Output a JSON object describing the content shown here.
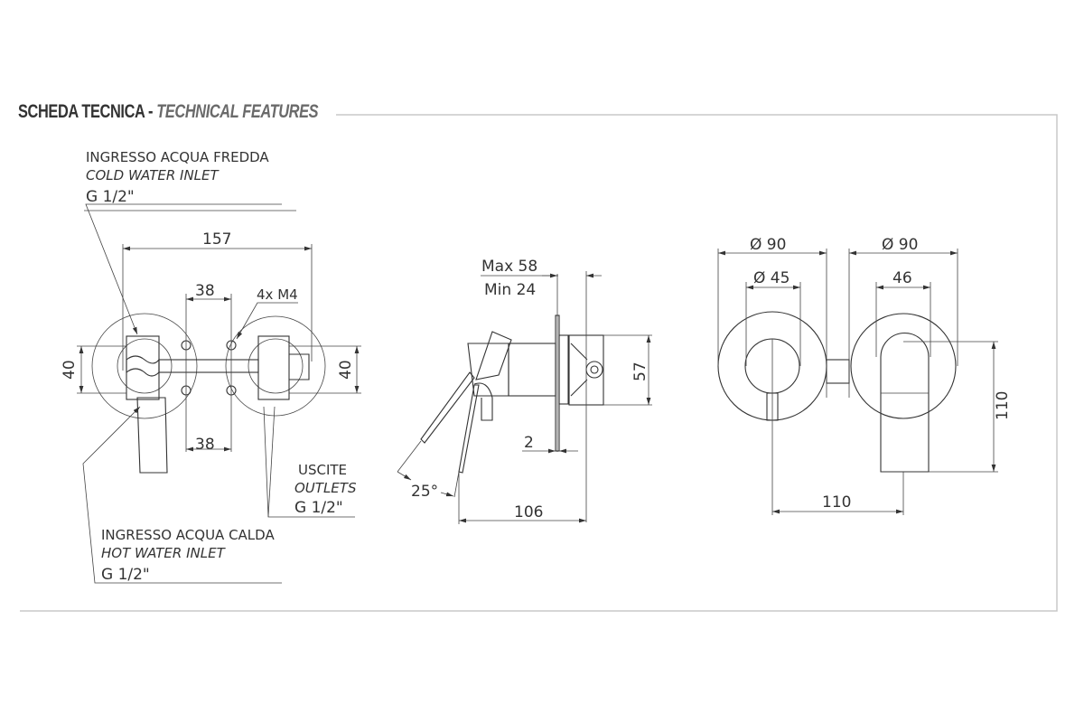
{
  "title": {
    "main": "SCHEDA TECNICA - ",
    "sub": "TECHNICAL FEATURES"
  },
  "front_view": {
    "cold_inlet": {
      "it": "INGRESSO ACQUA FREDDA",
      "en": "COLD WATER INLET",
      "size": "G 1/2\""
    },
    "hot_inlet": {
      "it": "INGRESSO ACQUA CALDA",
      "en": "HOT WATER INLET",
      "size": "G 1/2\""
    },
    "outlets": {
      "it": "USCITE",
      "en": "OUTLETS",
      "size": "G 1/2\""
    },
    "dims": {
      "width": "157",
      "top_spacing": "38",
      "bottom_spacing": "38",
      "screws": "4x M4",
      "left_height": "40",
      "right_height": "40"
    }
  },
  "side_view": {
    "dims": {
      "max": "Max 58",
      "min": "Min 24",
      "height": "57",
      "plate": "2",
      "depth": "106",
      "angle": "25°"
    }
  },
  "rear_view": {
    "dims": {
      "left_plate_dia": "Ø 90",
      "right_plate_dia": "Ø 90",
      "left_inner_dia": "Ø 45",
      "right_inner": "46",
      "height": "110",
      "spacing": "110"
    }
  }
}
